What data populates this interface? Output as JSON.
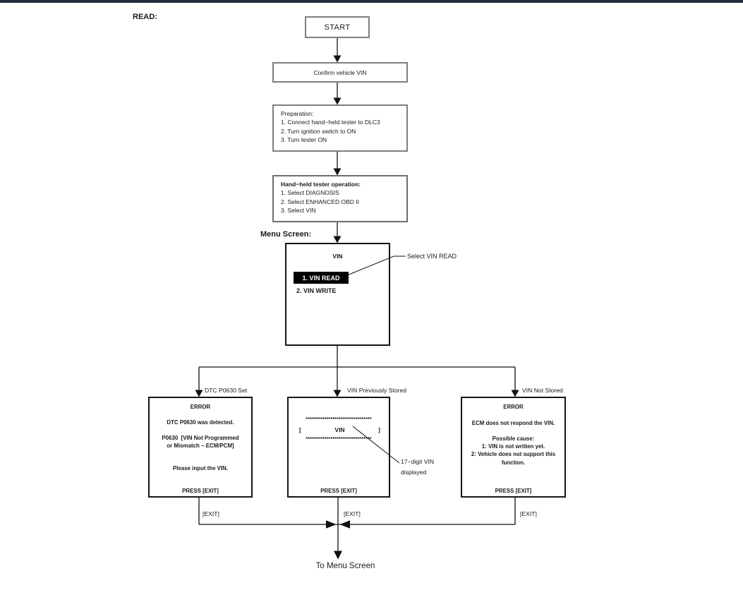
{
  "page": {
    "top_bar_color": "#1f2e3d",
    "read_label": "READ:",
    "menu_screen_label": "Menu Screen:",
    "exit_label": "[EXIT]",
    "to_menu_label": "To Menu Screen"
  },
  "flow": {
    "start_label": "START",
    "confirm_label": "Confirm vehicle VIN",
    "preparation": {
      "title": "Preparation:",
      "step1": "1. Connect hand−held tester to DLC3",
      "step2": "2. Turn ignition switch to ON",
      "step3": "3. Turn tester ON"
    },
    "tester_operation": {
      "title": "Hand−held tester operation:",
      "step1": "1. Select DIAGNOSIS",
      "step2": "2. Select ENHANCED OBD II",
      "step3": "3. Select VIN"
    },
    "menu": {
      "title": "VIN",
      "item_selected": "1. VIN READ",
      "item_2": "2. VIN WRITE",
      "annotation": "Select VIN READ"
    },
    "branches": [
      {
        "label": "DTC P0630 Set",
        "screen": {
          "title": "ERROR",
          "line1": "DTC P0630 was detected.",
          "line2a": "P0630  [VIN Not Programmed",
          "line2b": "or Mismatch − ECM/PCM]",
          "line3": "Please input the VIN.",
          "footer": "PRESS [EXIT]"
        }
      },
      {
        "label": "VIN Previously Stored",
        "screen": {
          "asterisks_top": "********************************",
          "bracket_open": "[",
          "vin_label": "VIN",
          "bracket_close": "]",
          "asterisks_bottom": "********************************",
          "footer": "PRESS [EXIT]"
        },
        "annotation_line1": "17−digit VIN",
        "annotation_line2": "displayed"
      },
      {
        "label": "VIN Not Stored",
        "screen": {
          "title": "ERROR",
          "line1": "ECM does not respond the VIN.",
          "line2": "Possible cause:",
          "line3": "1: VIN is not written yet.",
          "line4": "2: Vehicle does not support this",
          "line5": "function.",
          "footer": "PRESS [EXIT]"
        }
      }
    ]
  }
}
